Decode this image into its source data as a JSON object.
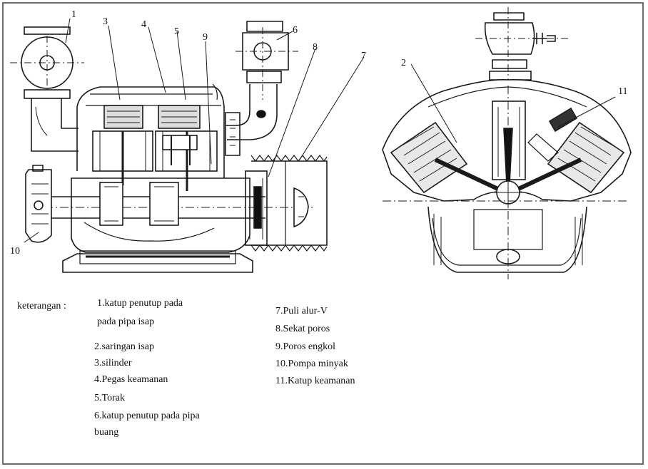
{
  "callouts_left": [
    "1",
    "3",
    "4",
    "5",
    "9",
    "6",
    "8",
    "7",
    "10"
  ],
  "callouts_right": [
    "2",
    "11"
  ],
  "legend": {
    "heading": "keterangan :",
    "col1": [
      "1.katup penutup pada",
      "pada pipa isap",
      "2.saringan isap",
      "3.silinder",
      "4.Pegas keamanan",
      "5.Torak",
      "6.katup penutup pada pipa",
      "buang"
    ],
    "col2": [
      "7.Puli alur-V",
      "8.Sekat poros",
      "9.Poros engkol",
      "10.Pompa minyak",
      "11.Katup keamanan"
    ]
  }
}
